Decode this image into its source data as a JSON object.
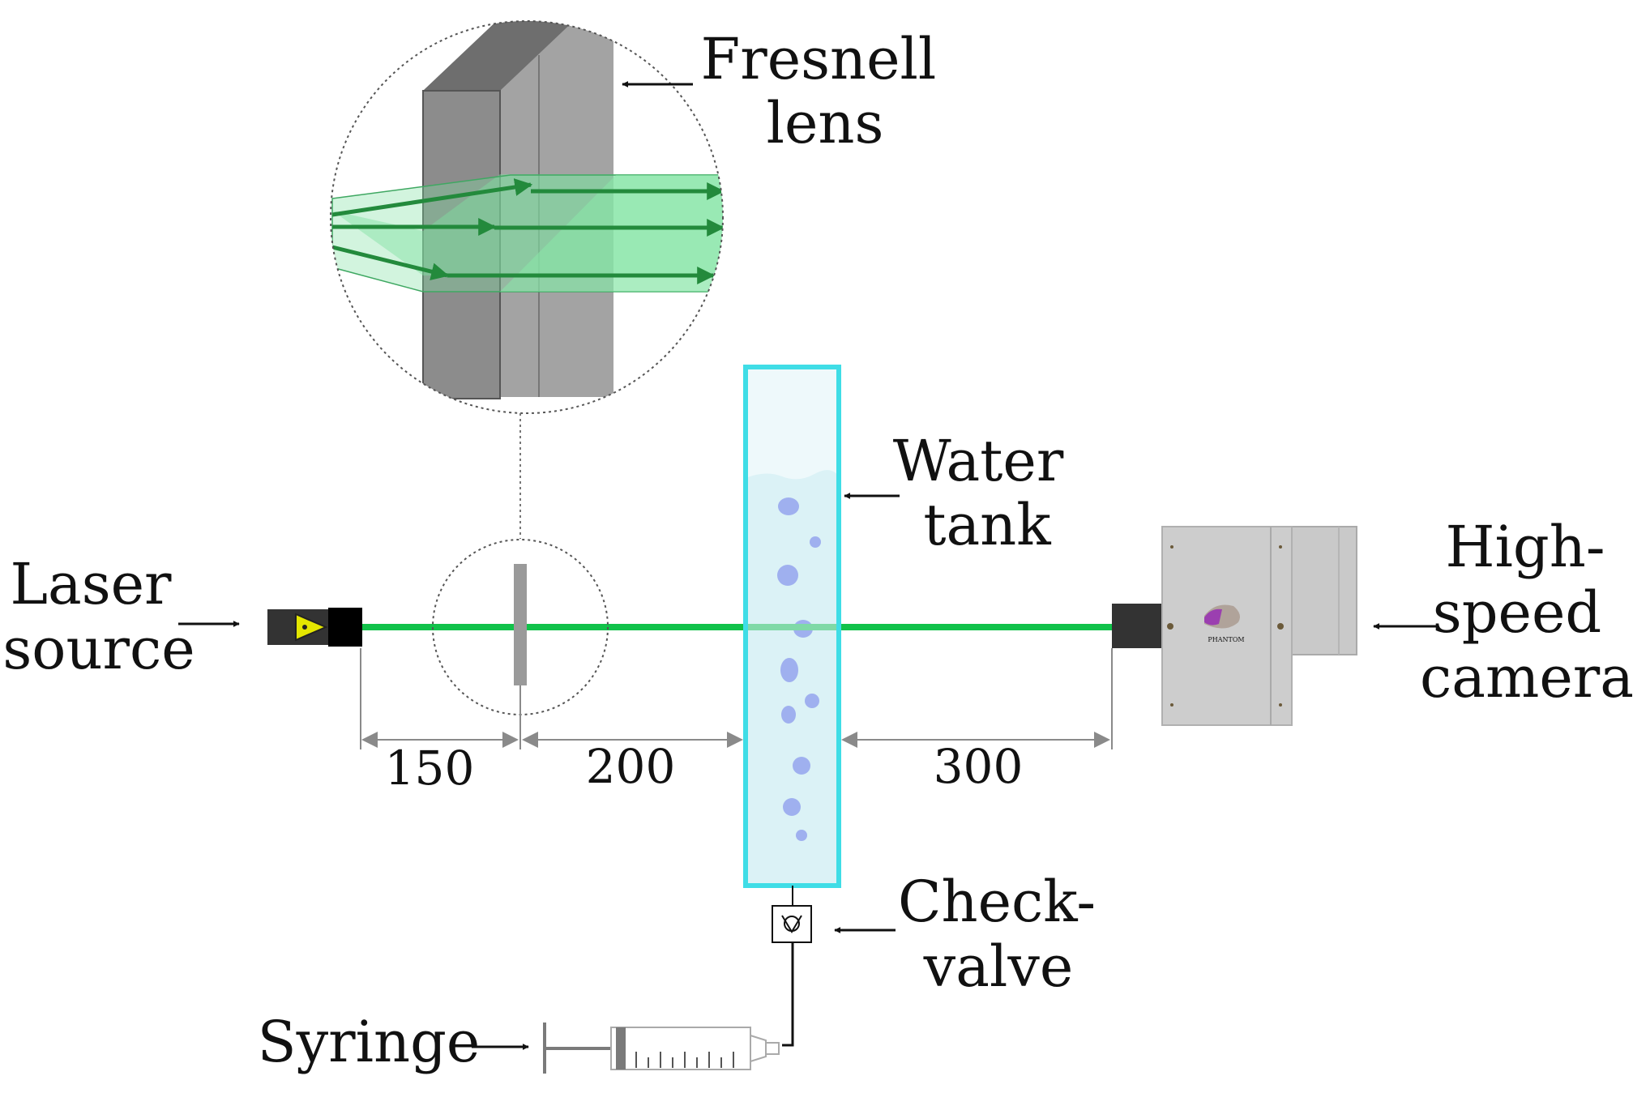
{
  "labels": {
    "fresnel_line1": "Fresnell",
    "fresnel_line2": "lens",
    "laser_line1": "Laser",
    "laser_line2": "source",
    "water_line1": "Water",
    "water_line2": "tank",
    "camera_line1": "High-",
    "camera_line2": "speed",
    "camera_line3": "camera",
    "check_line1": "Check-",
    "check_line2": "valve",
    "syringe": "Syringe",
    "camera_brand": "PHANTOM"
  },
  "dimensions": {
    "d1": "150",
    "d2": "200",
    "d3": "300"
  },
  "colors": {
    "laser_beam": "#11c24a",
    "tank_border": "#3fdde6",
    "tank_water": "#dff4f7",
    "bubble": "#9fb0ef",
    "lens_gray": "#9a9a9a",
    "camera_body": "#cdcdcd",
    "green_fill": "#7ee0a0",
    "arrow_green": "#238a3c"
  },
  "icons": {
    "laser": "laser-warning-triangle-icon",
    "valve": "check-valve-icon",
    "syringe": "syringe-icon",
    "camera": "high-speed-camera-icon",
    "camera_logo": "phantom-logo-icon"
  }
}
